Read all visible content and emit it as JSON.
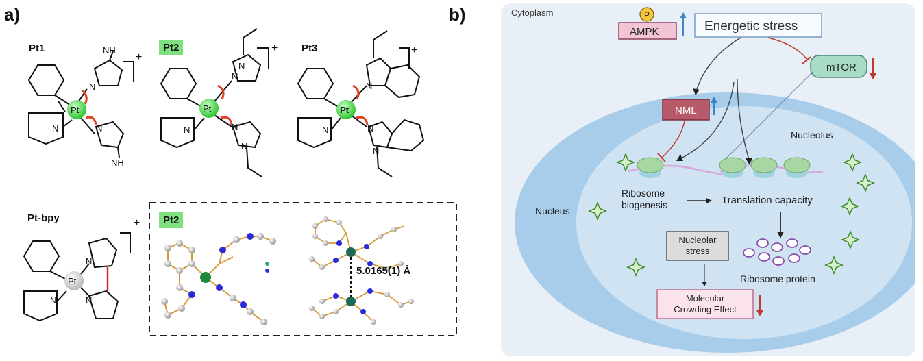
{
  "panel_a": {
    "label": "a)",
    "compounds": {
      "pt1": "Pt1",
      "pt2": "Pt2",
      "pt3": "Pt3",
      "pt_bpy": "Pt-bpy",
      "pt2_crystal": "Pt2"
    },
    "atoms": {
      "pt": "Pt",
      "n": "N",
      "nh": "NH",
      "charge": "+"
    },
    "crystal_distance": "5.0165(1) Å"
  },
  "panel_b": {
    "label": "b)",
    "region_cytoplasm": "Cytoplasm",
    "region_nucleus": "Nucleus",
    "region_nucleolus": "Nucleolus",
    "ampk": "AMPK",
    "phospho": "P",
    "energetic_stress": "Energetic stress",
    "mtor": "mTOR",
    "nml": "NML",
    "ribosome_biogenesis": "Ribosome\nbiogenesis",
    "translation_capacity": "Translation capacity",
    "nucleolar_stress": "Nucleolar\nstress",
    "ribosome_protein": "Ribosome protein",
    "molecular_crowding": "Molecular\nCrowding Effect",
    "colors": {
      "up_arrow": "#3a86c8",
      "down_arrow": "#c0392b",
      "inhibit": "#c0392b"
    }
  }
}
